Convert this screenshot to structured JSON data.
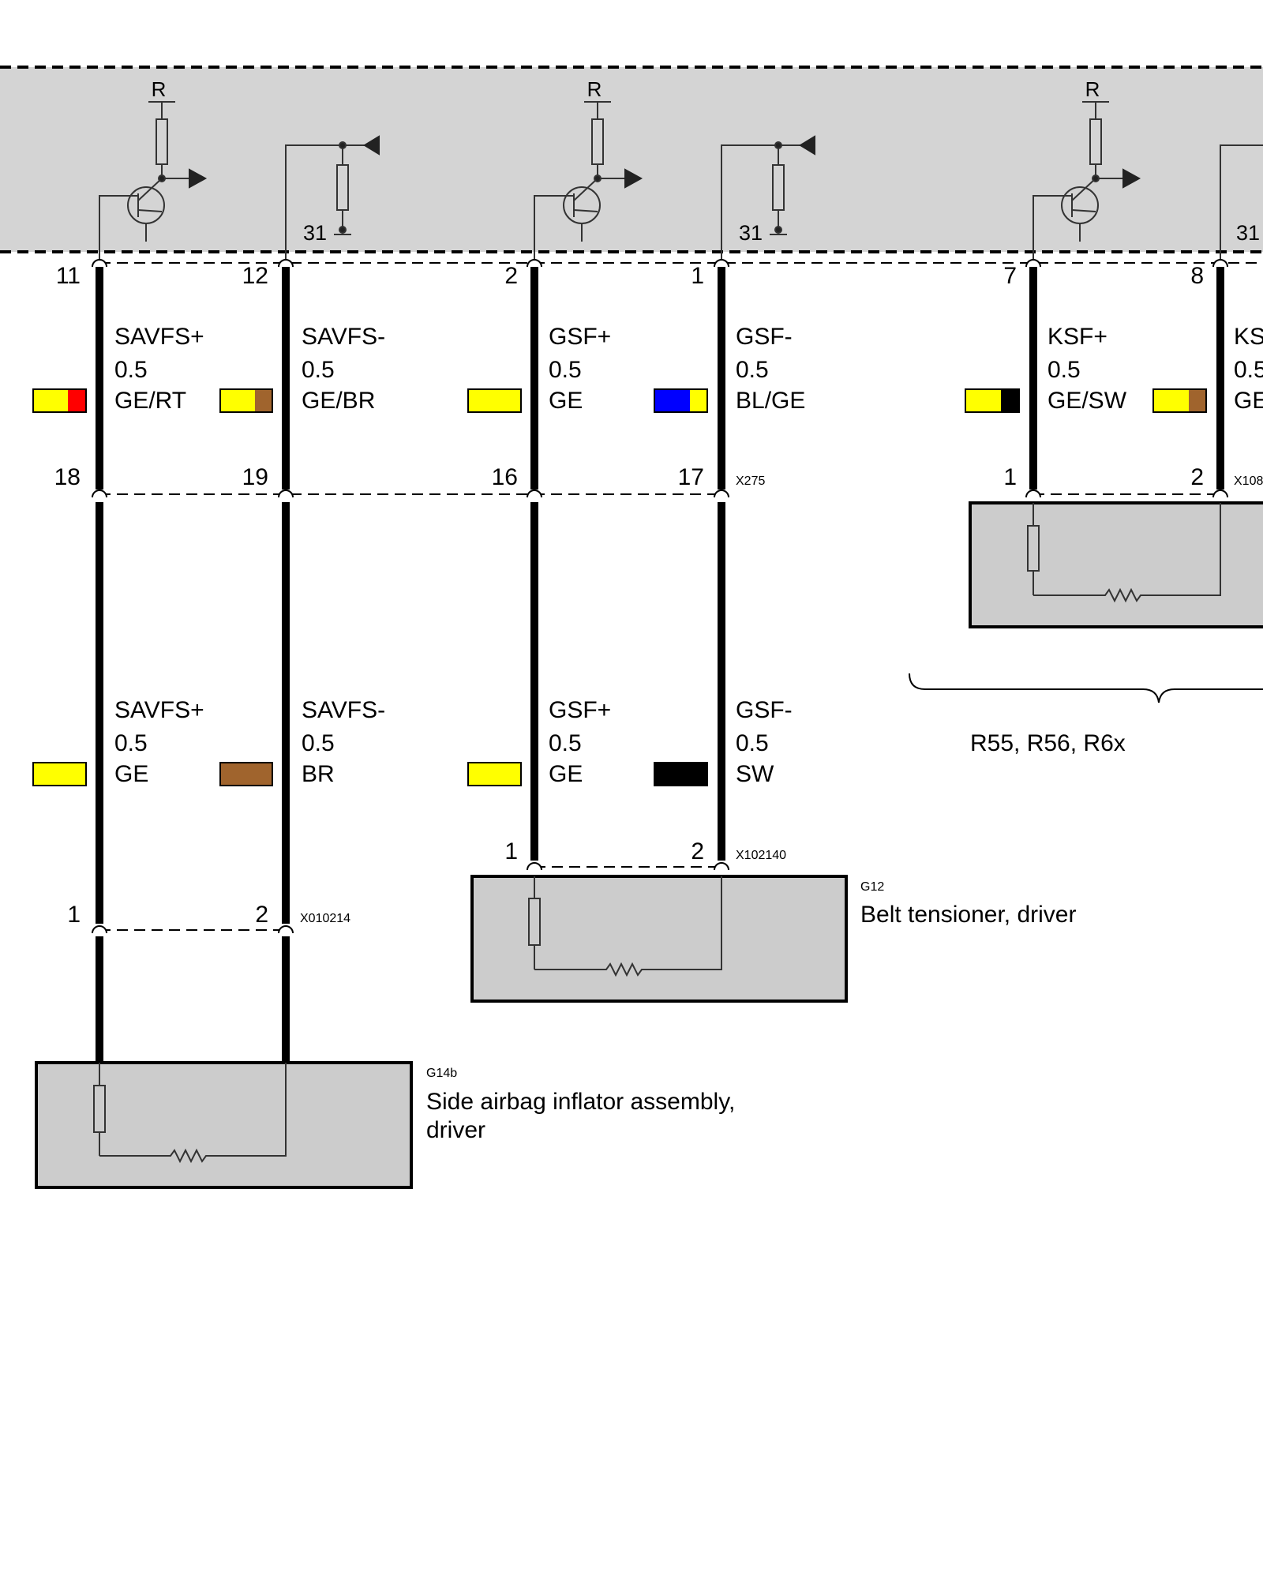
{
  "control_unit": {
    "outputs": [
      {
        "resistor_label": "R"
      },
      {
        "resistor_label": "R"
      },
      {
        "resistor_label": "R"
      }
    ],
    "inputs": [
      {
        "ground_label": "31"
      },
      {
        "ground_label": "31"
      },
      {
        "ground_label": "31"
      }
    ]
  },
  "upper_wires": [
    {
      "pin_top": "11",
      "pin_bottom": "18",
      "signal": "SAVFS+",
      "gauge": "0.5",
      "color_code": "GE/RT",
      "swatch": [
        "#ffff00",
        "#ff0000"
      ]
    },
    {
      "pin_top": "12",
      "pin_bottom": "19",
      "signal": "SAVFS-",
      "gauge": "0.5",
      "color_code": "GE/BR",
      "swatch": [
        "#ffff00",
        "#a0642d"
      ]
    },
    {
      "pin_top": "2",
      "pin_bottom": "16",
      "signal": "GSF+",
      "gauge": "0.5",
      "color_code": "GE",
      "swatch": [
        "#ffff00"
      ]
    },
    {
      "pin_top": "1",
      "pin_bottom": "17",
      "signal": "GSF-",
      "gauge": "0.5",
      "color_code": "BL/GE",
      "swatch": [
        "#0000ff",
        "#ffff00"
      ]
    },
    {
      "pin_top": "7",
      "pin_bottom": "1",
      "signal": "KSF+",
      "gauge": "0.5",
      "color_code": "GE/SW",
      "swatch": [
        "#ffff00",
        "#000000"
      ]
    },
    {
      "pin_top": "8",
      "pin_bottom": "2",
      "signal": "KS",
      "gauge": "0.5",
      "color_code": "GE",
      "swatch": [
        "#ffff00",
        "#a0642d"
      ]
    }
  ],
  "lower_wires": [
    {
      "pin_bottom": "1",
      "signal": "SAVFS+",
      "gauge": "0.5",
      "color_code": "GE",
      "swatch": [
        "#ffff00"
      ]
    },
    {
      "pin_bottom": "2",
      "signal": "SAVFS-",
      "gauge": "0.5",
      "color_code": "BR",
      "swatch": [
        "#a0642d"
      ]
    },
    {
      "pin_bottom": "1",
      "signal": "GSF+",
      "gauge": "0.5",
      "color_code": "GE",
      "swatch": [
        "#ffff00"
      ]
    },
    {
      "pin_bottom": "2",
      "signal": "GSF-",
      "gauge": "0.5",
      "color_code": "SW",
      "swatch": [
        "#000000"
      ]
    }
  ],
  "connectors": {
    "x275": "X275",
    "x108": "X108",
    "x102140": "X102140",
    "x010214": "X010214"
  },
  "components": {
    "g12": {
      "code": "G12",
      "name": "Belt tensioner, driver"
    },
    "g14b": {
      "code": "G14b",
      "name_line1": "Side airbag inflator assembly,",
      "name_line2": "driver"
    }
  },
  "variant_note": "R55, R56, R6x",
  "colors": {
    "unit_fill": "#d4d4d4",
    "component_fill": "#cccccc"
  }
}
